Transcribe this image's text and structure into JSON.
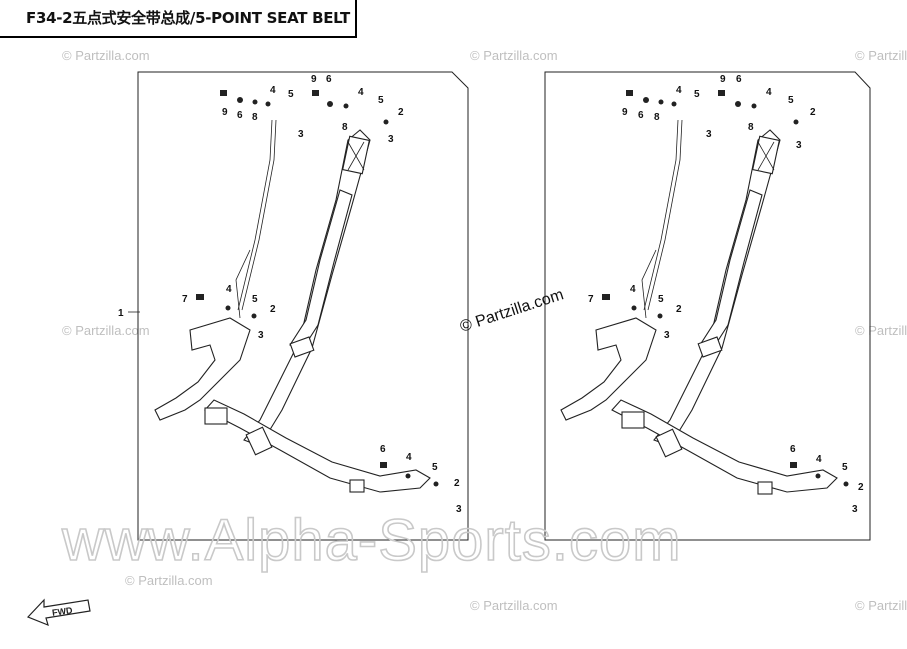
{
  "diagram": {
    "title": "F34-2五点式安全带总成/5-POINT SEAT BELT",
    "callouts": {
      "assembly": "1",
      "p2": "2",
      "p3": "3",
      "p4": "4",
      "p5": "5",
      "p6": "6",
      "p7": "7",
      "p8": "8",
      "p9": "9"
    },
    "direction_label": "FWD",
    "watermarks": {
      "center": "© Partzilla.com",
      "small": "© Partzilla.com",
      "large": "www.Alpha-Sports.com"
    }
  }
}
